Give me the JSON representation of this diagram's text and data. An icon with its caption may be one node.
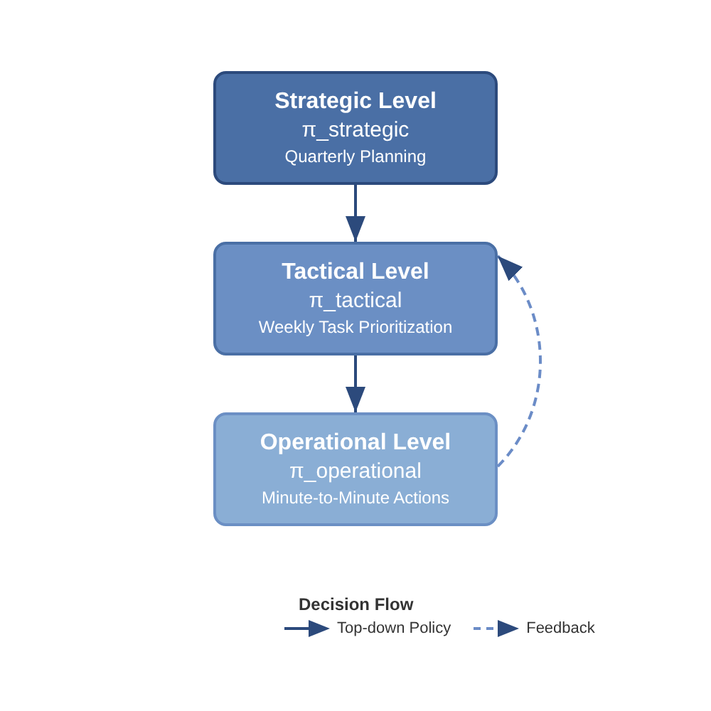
{
  "diagram": {
    "nodes": [
      {
        "text": [
          "Strategic Level",
          "π_strategic",
          "Quarterly Planning"
        ]
      },
      {
        "text": [
          "Tactical Level",
          "π_tactical",
          "Weekly Task Prioritization"
        ]
      },
      {
        "text": [
          "Operational Level",
          "π_operational",
          "Minute-to-Minute Actions"
        ]
      }
    ],
    "edges": [
      {
        "from": 0,
        "to": 1,
        "arrow": "to"
      },
      {
        "from": 1,
        "to": 2,
        "arrow": "to"
      },
      {
        "from": 2,
        "to": 1,
        "arrow": "to",
        "style": "dashed",
        "color": "#6b8cc7"
      }
    ],
    "labels": [
      "Decision Flow"
    ],
    "legend": [
      {
        "text": "Top-down Policy"
      },
      {
        "text": "Feedback"
      }
    ]
  }
}
